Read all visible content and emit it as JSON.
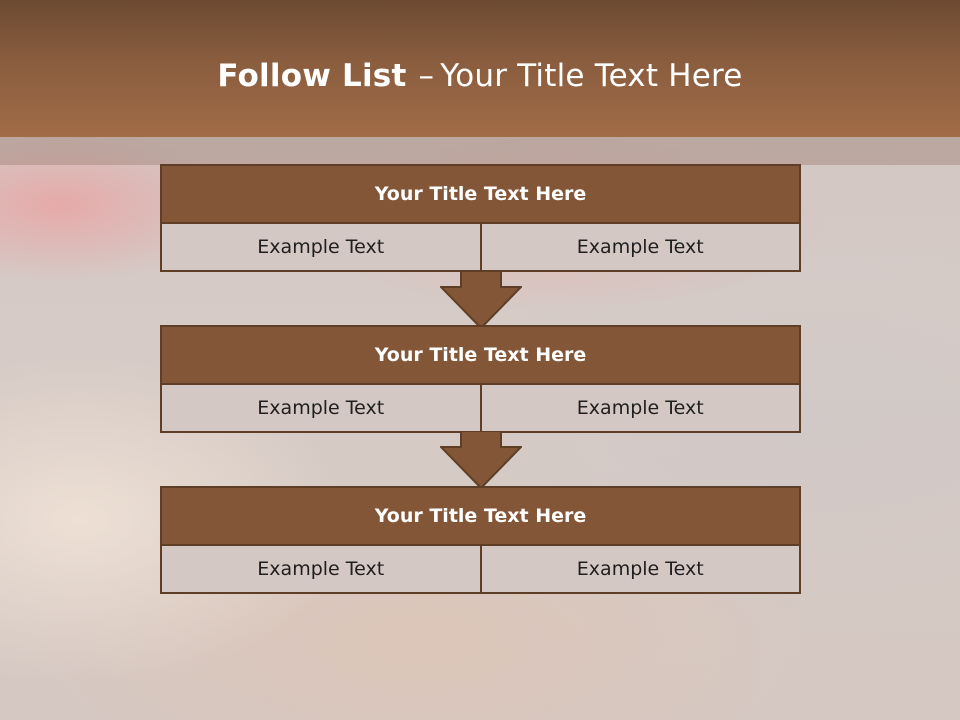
{
  "slide": {
    "title_bold": "Follow List",
    "title_sep": "–",
    "title_rest": "Your Title Text Here"
  },
  "steps": [
    {
      "title": "Your Title Text Here",
      "left": "Example Text",
      "right": "Example Text"
    },
    {
      "title": "Your Title Text Here",
      "left": "Example Text",
      "right": "Example Text"
    },
    {
      "title": "Your Title Text Here",
      "left": "Example Text",
      "right": "Example Text"
    }
  ],
  "colors": {
    "header": "#8a5d3f",
    "box_title": "#835637",
    "box_border": "#5e3e27",
    "cell": "#d4c8c4"
  },
  "icons": [
    "arrow-down-icon",
    "arrow-down-icon"
  ]
}
